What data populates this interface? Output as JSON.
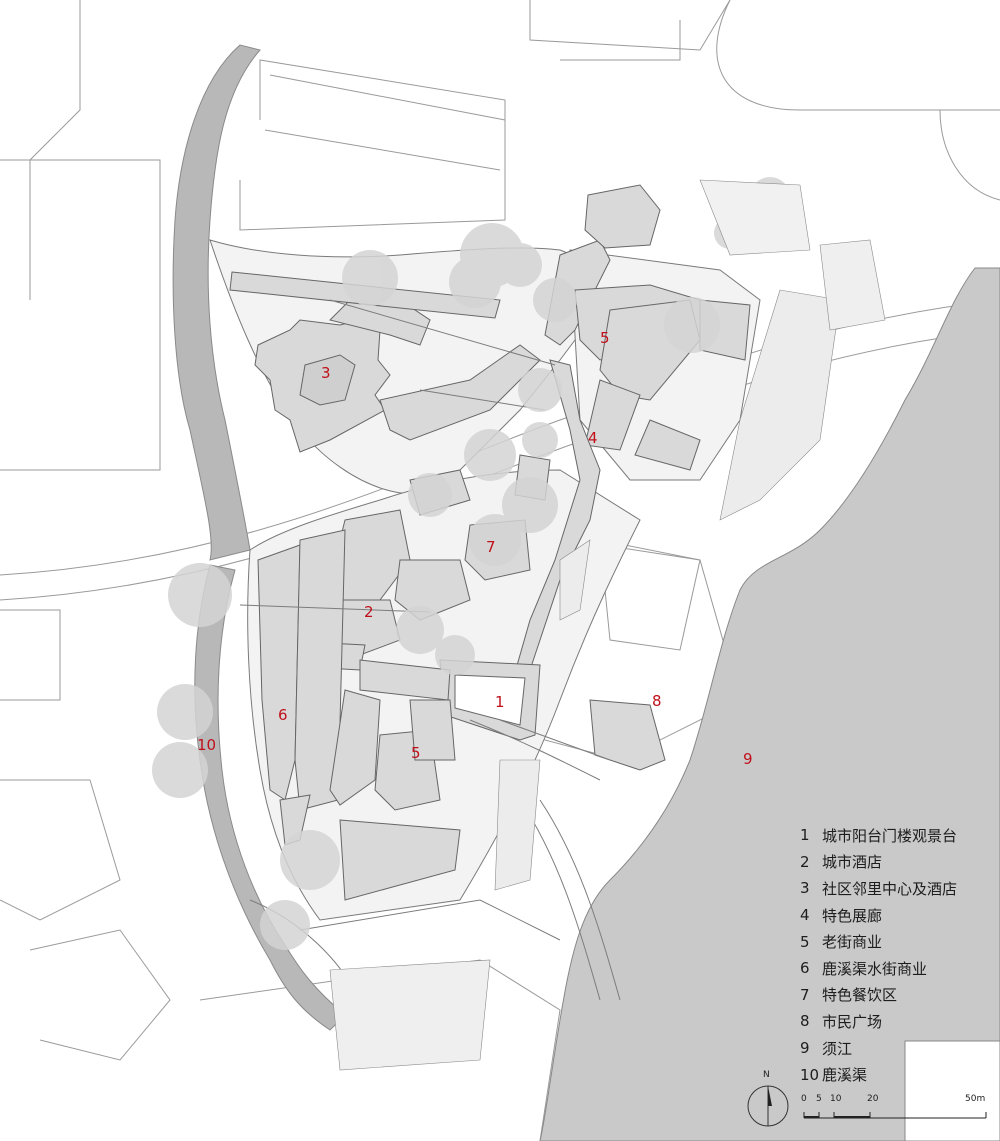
{
  "colors": {
    "water": "#c9c9c9",
    "canal": "#bcbcbc",
    "tree": "#cccccc",
    "line": "#777777",
    "label": "#c0111b"
  },
  "map_labels": [
    {
      "id": "1",
      "text": "1"
    },
    {
      "id": "2",
      "text": "2"
    },
    {
      "id": "3",
      "text": "3"
    },
    {
      "id": "4",
      "text": "4"
    },
    {
      "id": "5a",
      "text": "5"
    },
    {
      "id": "5b",
      "text": "5"
    },
    {
      "id": "6",
      "text": "6"
    },
    {
      "id": "7",
      "text": "7"
    },
    {
      "id": "8",
      "text": "8"
    },
    {
      "id": "9",
      "text": "9"
    },
    {
      "id": "10",
      "text": "10"
    }
  ],
  "legend": [
    {
      "num": "1",
      "text": "城市阳台门楼观景台"
    },
    {
      "num": "2",
      "text": "城市酒店"
    },
    {
      "num": "3",
      "text": "社区邻里中心及酒店"
    },
    {
      "num": "4",
      "text": "特色展廊"
    },
    {
      "num": "5",
      "text": "老街商业"
    },
    {
      "num": "6",
      "text": "鹿溪渠水街商业"
    },
    {
      "num": "7",
      "text": "特色餐饮区"
    },
    {
      "num": "8",
      "text": "市民广场"
    },
    {
      "num": "9",
      "text": "须江"
    },
    {
      "num": "10",
      "text": "鹿溪渠"
    }
  ],
  "north_arrow": {
    "label": "N"
  },
  "scale_bar": {
    "ticks": [
      "0",
      "5",
      "10",
      "20",
      "50m"
    ]
  }
}
